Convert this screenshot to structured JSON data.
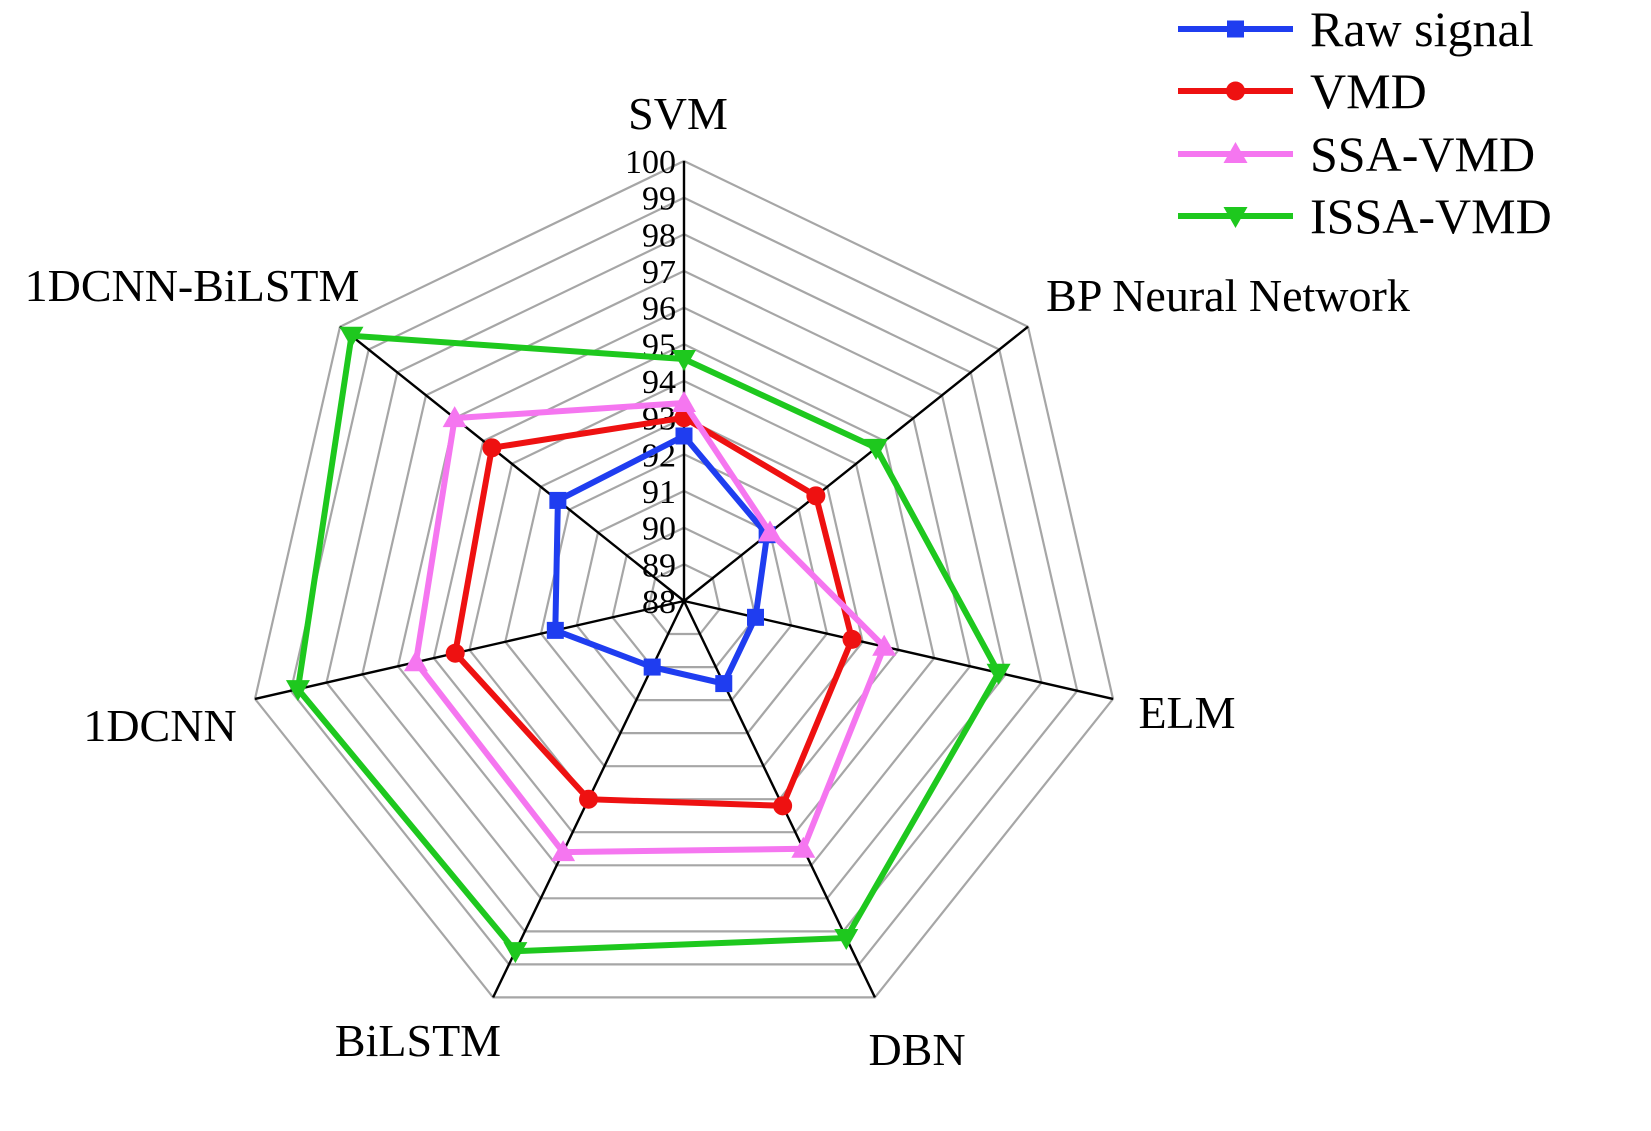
{
  "chart_data": {
    "type": "radar",
    "axes": [
      "SVM",
      "BP Neural Network",
      "ELM",
      "DBN",
      "BiLSTM",
      "1DCNN",
      "1DCNN-BiLSTM"
    ],
    "rlim": [
      88,
      100
    ],
    "ticks": [
      "88",
      "89",
      "90",
      "91",
      "92",
      "93",
      "94",
      "95",
      "96",
      "97",
      "98",
      "99",
      "100"
    ],
    "grid": true,
    "legend": "top-right",
    "series": [
      {
        "name": "Raw signal",
        "color": "#1f3df0",
        "marker": "square",
        "values": [
          92.5,
          90.9,
          90.0,
          90.5,
          90.0,
          91.6,
          92.4
        ]
      },
      {
        "name": "VMD",
        "color": "#ee1111",
        "marker": "circle",
        "values": [
          93.0,
          92.6,
          92.7,
          94.2,
          94.0,
          94.4,
          94.7
        ]
      },
      {
        "name": "SSA-VMD",
        "color": "#f576f0",
        "marker": "triangle-up",
        "values": [
          93.4,
          91.0,
          93.6,
          95.5,
          95.6,
          95.5,
          96.0
        ]
      },
      {
        "name": "ISSA-VMD",
        "color": "#1ec81e",
        "marker": "triangle-down",
        "values": [
          94.6,
          94.7,
          96.8,
          98.2,
          98.6,
          98.8,
          99.6
        ]
      }
    ]
  }
}
